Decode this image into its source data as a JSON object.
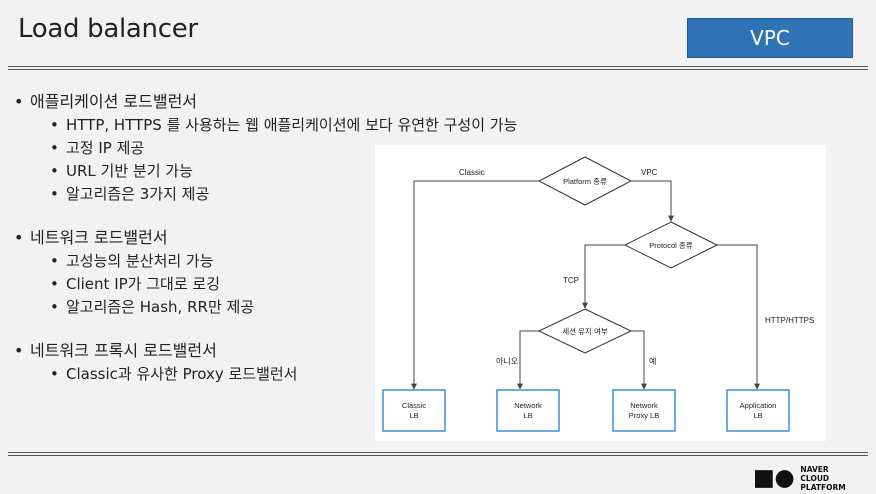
{
  "slide": {
    "title": "Load balancer",
    "badge": "VPC"
  },
  "bullets": [
    {
      "text": "애플리케이션 로드밸런서",
      "subs": [
        "HTTP, HTTPS 를 사용하는 웹 애플리케이션에 보다 유연한 구성이 가능",
        "고정 IP 제공",
        "URL 기반 분기 가능",
        "알고리즘은 3가지 제공"
      ]
    },
    {
      "text": "네트워크 로드밸런서",
      "subs": [
        "고성능의 분산처리 가능",
        "Client IP가 그대로 로깅",
        "알고리즘은 Hash, RR만 제공"
      ]
    },
    {
      "text": "네트워크 프록시 로드밸런서",
      "subs": [
        "Classic과 유사한  Proxy 로드밸런서"
      ]
    }
  ],
  "diagram": {
    "decisions": {
      "platform": "Platform 종류",
      "protocol": "Protocol 종류",
      "session": "세션 유지 여부"
    },
    "edges": {
      "classic": "Classic",
      "vpc": "VPC",
      "tcp": "TCP",
      "http": "HTTP/HTTPS",
      "no": "아니오",
      "yes": "예"
    },
    "boxes": {
      "classic": [
        "Classic",
        "LB"
      ],
      "network": [
        "Network",
        "LB"
      ],
      "proxy": [
        "Network",
        "Proxy LB"
      ],
      "application": [
        "Application",
        "LB"
      ]
    }
  },
  "logo": {
    "line1": "NAVER",
    "line2": "CLOUD PLATFORM"
  }
}
